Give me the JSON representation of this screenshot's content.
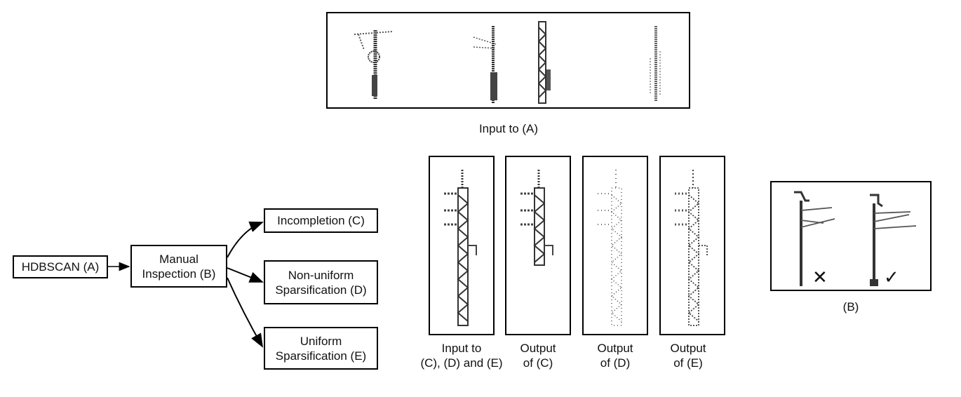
{
  "top_panel": {
    "caption": "Input to (A)"
  },
  "flow": {
    "hdbscan": "HDBSCAN (A)",
    "manual_line1": "Manual",
    "manual_line2": "Inspection (B)",
    "incompletion": "Incompletion (C)",
    "nonuniform_line1": "Non-uniform",
    "nonuniform_line2": "Sparsification (D)",
    "uniform_line1": "Uniform",
    "uniform_line2": "Sparsification (E)"
  },
  "panels": {
    "input_line1": "Input to",
    "input_line2": "(C), (D) and (E)",
    "out_c_line1": "Output",
    "out_c_line2": "of (C)",
    "out_d_line1": "Output",
    "out_d_line2": "of (D)",
    "out_e_line1": "Output",
    "out_e_line2": "of (E)"
  },
  "inspection": {
    "caption": "(B)",
    "reject_mark": "✕",
    "accept_mark": "✓"
  }
}
